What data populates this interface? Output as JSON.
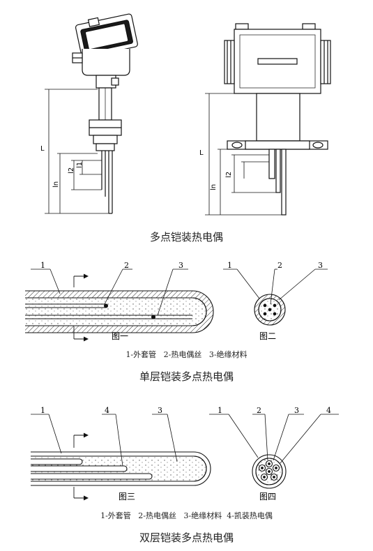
{
  "section1": {
    "caption": "多点铠装热电偶",
    "dims": {
      "L": "L",
      "ln": "ln",
      "l1": "l1",
      "l2": "l2"
    }
  },
  "section2": {
    "fig1_label": "图一",
    "fig2_label": "图二",
    "callouts_fig1": [
      "1",
      "2",
      "3"
    ],
    "callouts_fig2": [
      "1",
      "2",
      "3"
    ],
    "legend": "1-外套管   2-热电偶丝   3-绝缘材料",
    "caption": "单层铠装多点热电偶"
  },
  "section3": {
    "fig3_label": "图三",
    "fig4_label": "图四",
    "callouts_fig3": [
      "1",
      "4",
      "3"
    ],
    "callouts_fig4": [
      "1",
      "2",
      "3",
      "4"
    ],
    "legend": "1-外套管   2-热电偶丝   3-绝缘材料  4-凯装热电偶",
    "caption": "双层铠装多点热电偶"
  }
}
